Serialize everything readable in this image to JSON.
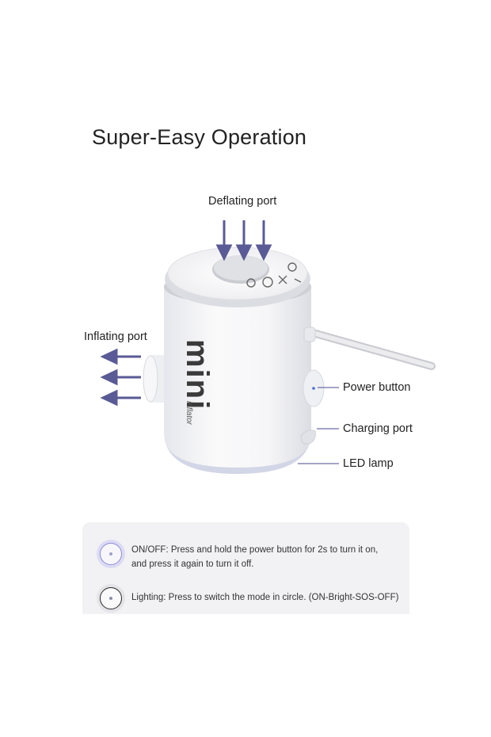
{
  "page": {
    "title": "Super-Easy Operation"
  },
  "diagram": {
    "labels": {
      "deflating_port": "Deflating port",
      "inflating_port": "Inflating port",
      "power_button": "Power button",
      "charging_port": "Charging port",
      "led_lamp": "LED lamp"
    },
    "product_text": {
      "brand": "mini",
      "subtitle": "inflator"
    },
    "colors": {
      "arrow": "#5a5a96",
      "device_body": "#f4f4f6",
      "device_shadow": "#d9dae0",
      "leader_line": "#6e6ea8"
    }
  },
  "info": {
    "onoff": {
      "text_line1": "ON/OFF: Press and hold the power button for 2s to turn it on,",
      "text_line2": "and press it again to turn it off.",
      "icon": "power-button-icon"
    },
    "lighting": {
      "text": "Lighting: Press to switch the mode in circle. (ON-Bright-SOS-OFF)",
      "icon": "lighting-button-icon"
    },
    "colors": {
      "panel": "#f2f2f4",
      "onoff_ring": "#b7b5ea",
      "lighting_ring": "#2a2a2a"
    }
  }
}
